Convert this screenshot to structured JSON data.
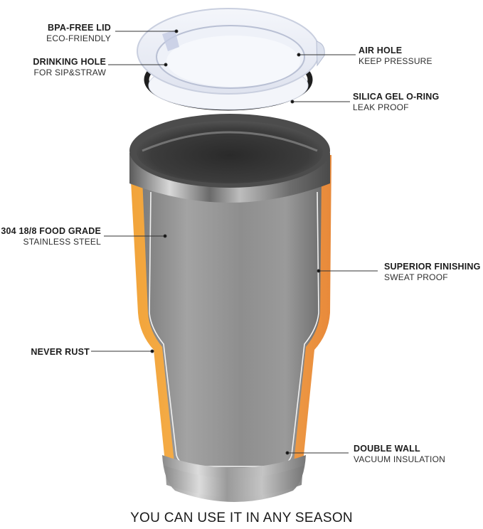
{
  "product": {
    "name": "Stainless steel tumbler with lid",
    "colors": {
      "shell_orange": "#f0a040",
      "steel_gray": "#8c8c8c",
      "rim_dark": "#3a3a3a",
      "lid_clear": "#e8ecf6",
      "oring_black": "#1e1e1e",
      "leader_line": "#333333"
    }
  },
  "callouts": [
    {
      "id": "bpa-free-lid",
      "title": "BPA-FREE LID",
      "sub": "ECO-FRIENDLY"
    },
    {
      "id": "drinking-hole",
      "title": "DRINKING HOLE",
      "sub": "FOR SIP&STRAW"
    },
    {
      "id": "air-hole",
      "title": "AIR HOLE",
      "sub": "KEEP PRESSURE"
    },
    {
      "id": "silica-gel-o-ring",
      "title": "SILICA GEL O-RING",
      "sub": "LEAK PROOF"
    },
    {
      "id": "food-grade-steel",
      "title": "304 18/8 FOOD GRADE",
      "sub": "STAINLESS STEEL"
    },
    {
      "id": "superior-finishing",
      "title": "SUPERIOR FINISHING",
      "sub": "SWEAT PROOF"
    },
    {
      "id": "never-rust",
      "title": "NEVER RUST",
      "sub": ""
    },
    {
      "id": "double-wall",
      "title": "DOUBLE WALL",
      "sub": "VACUUM INSULATION"
    }
  ],
  "caption": "YOU CAN USE IT IN ANY SEASON"
}
